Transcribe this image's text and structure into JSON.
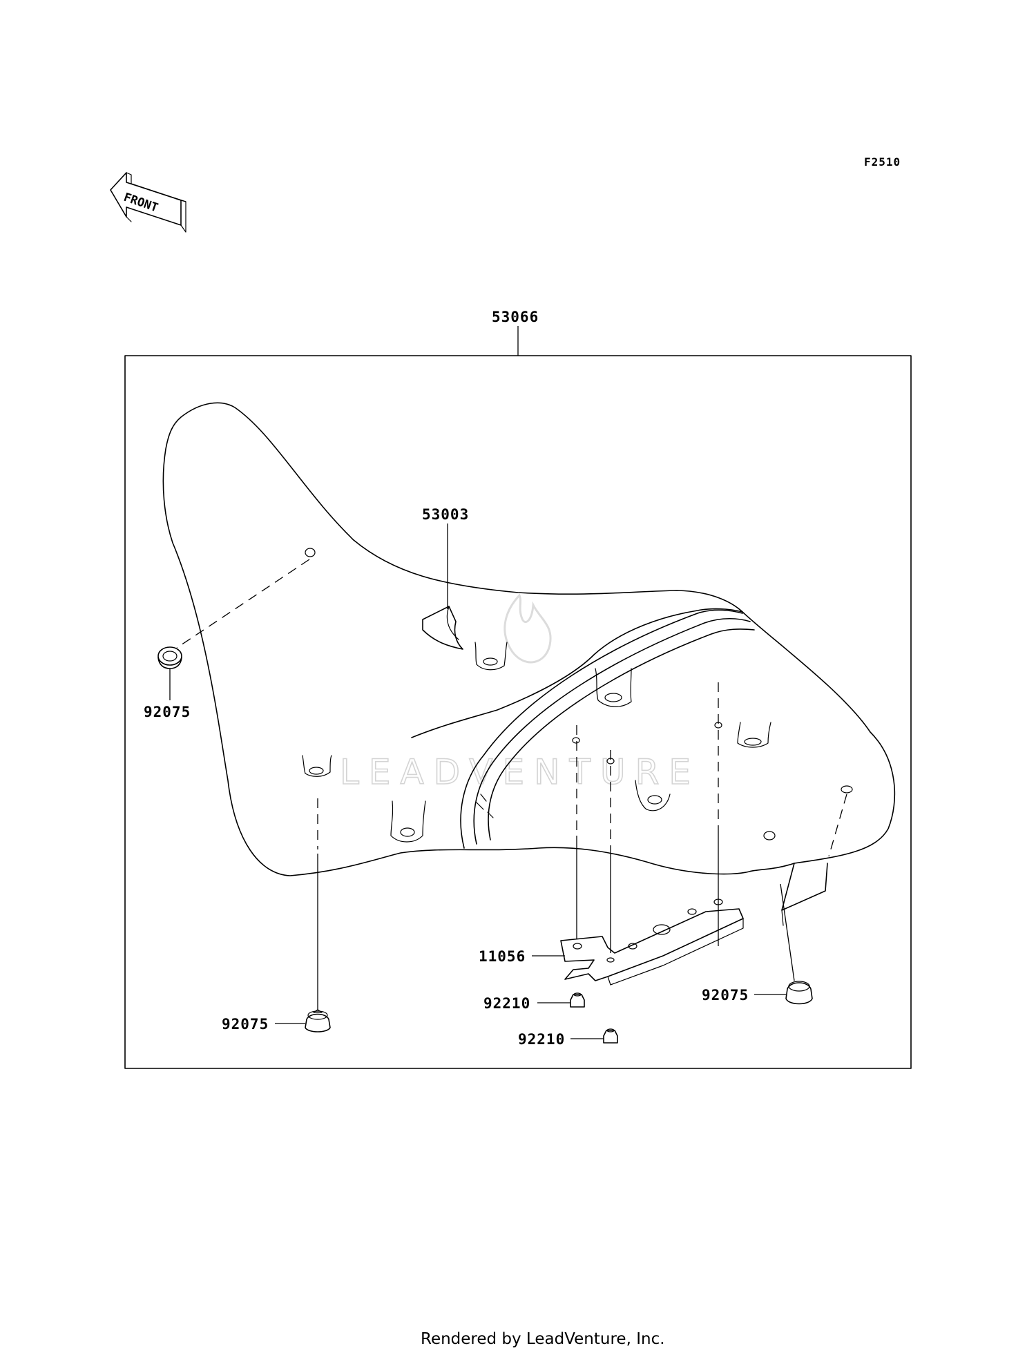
{
  "figure_code": "F2510",
  "front_indicator": "FRONT",
  "watermark": "LEADVENTURE",
  "footer": "Rendered by LeadVenture, Inc.",
  "parts": [
    {
      "id": "assembly",
      "number": "53066"
    },
    {
      "id": "seat-cover-label",
      "number": "53003"
    },
    {
      "id": "damper-left",
      "number": "92075"
    },
    {
      "id": "damper-front",
      "number": "92075"
    },
    {
      "id": "damper-right",
      "number": "92075"
    },
    {
      "id": "bracket",
      "number": "11056"
    },
    {
      "id": "nut-upper",
      "number": "92210"
    },
    {
      "id": "nut-lower",
      "number": "92210"
    }
  ]
}
